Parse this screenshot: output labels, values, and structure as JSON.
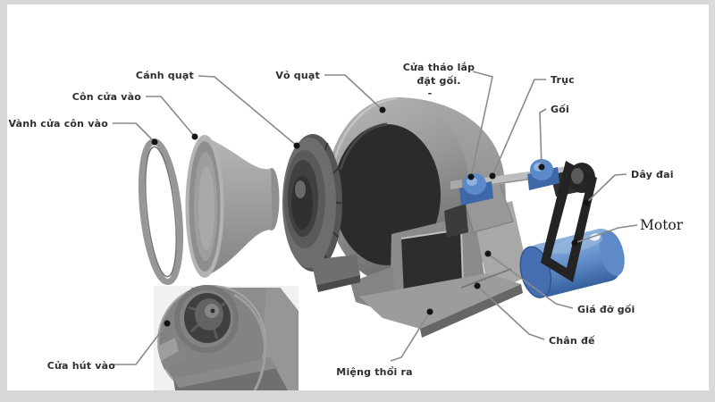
{
  "window": {
    "background": "#ffffff",
    "frame_color": "#d7d7d7"
  },
  "labels": {
    "fan_blade": "Cánh quạt",
    "inlet_cone": "Côn cửa vào",
    "inlet_cone_rim": "Vành cửa côn vào",
    "fan_casing": "Vỏ quạt",
    "bearing_access_line1": "Cửa tháo lắp",
    "bearing_access_line2": "đặt gối.",
    "bearing_access_dash": "-",
    "shaft": "Trục",
    "bearing": "Gối",
    "belt": "Dây đai",
    "motor": "Motor",
    "bearing_support": "Giá đỡ gối",
    "base": "Chân đế",
    "outlet": "Miệng thổi ra",
    "suction_inlet": "Cửa hút vào"
  },
  "colors": {
    "metal_gray": "#9a9a9a",
    "dark_opening": "#2b2b2b",
    "bearing_blue": "#5b89cc",
    "motor_blue": "#4a76b8",
    "belt_black": "#232323",
    "leader_gray": "#8a8a8a",
    "label_text": "#2e2e2e"
  }
}
